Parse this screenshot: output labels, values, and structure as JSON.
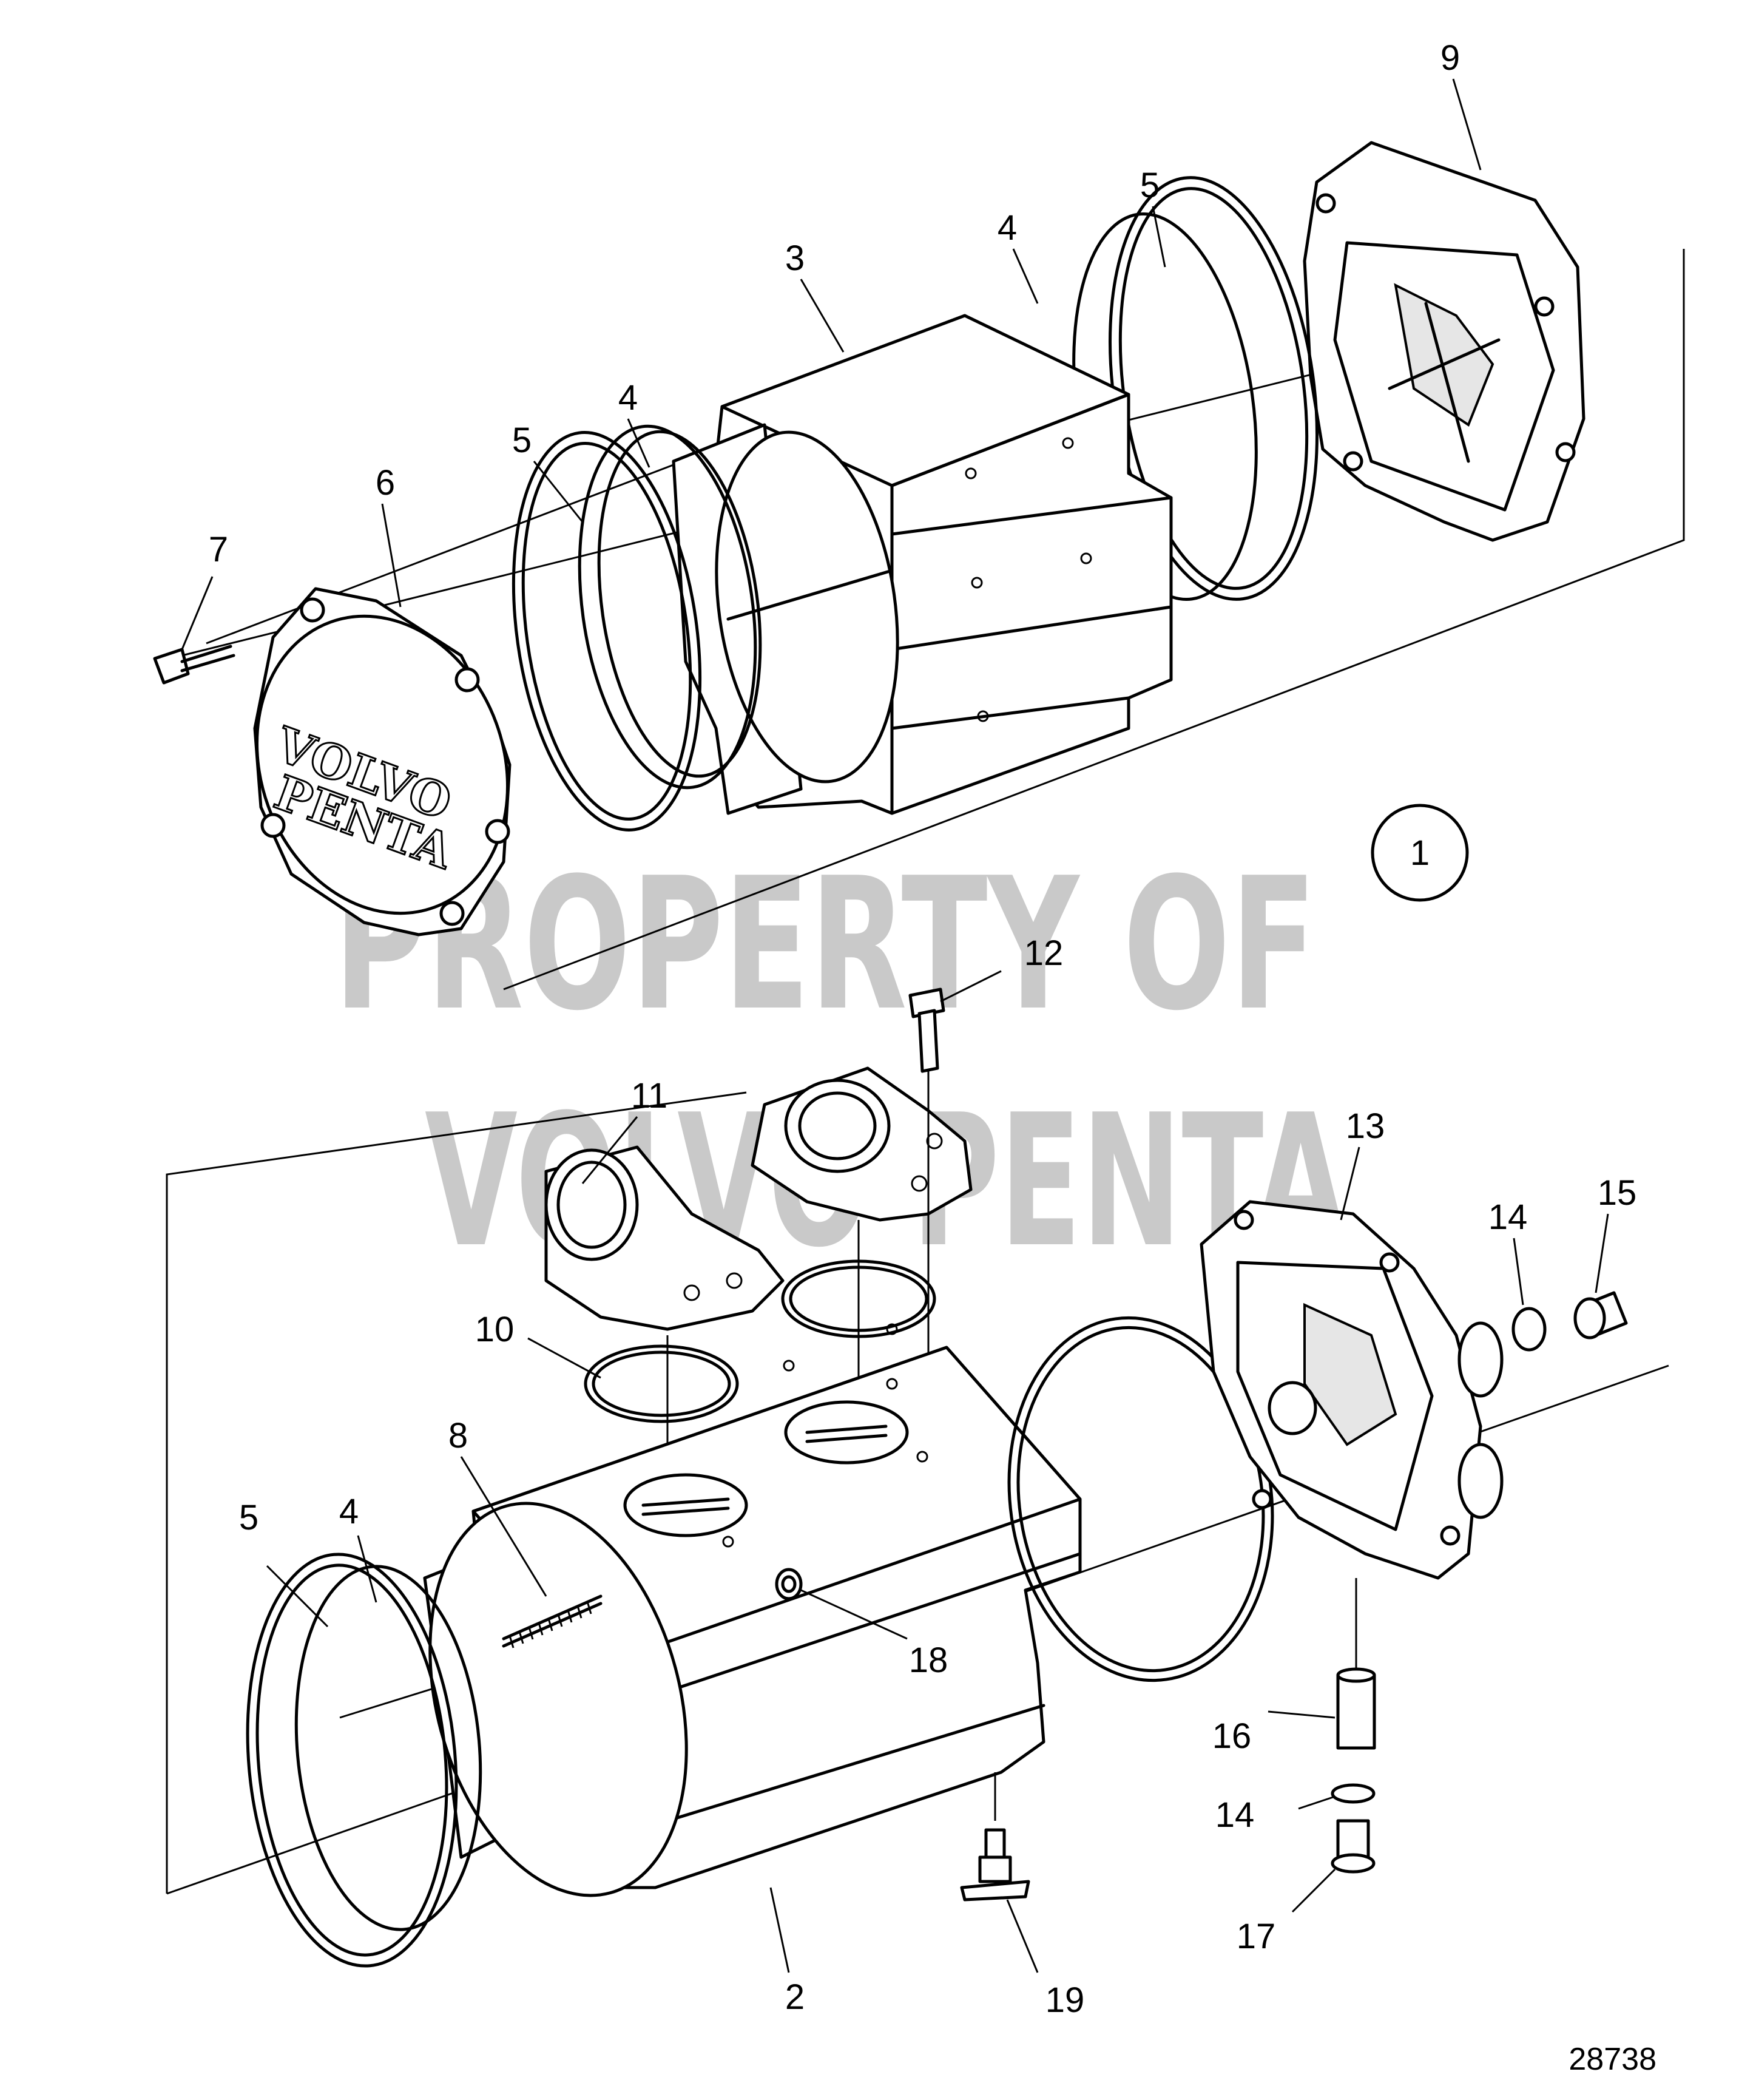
{
  "callouts": [
    {
      "id": "c9",
      "label": "9"
    },
    {
      "id": "c5a",
      "label": "5"
    },
    {
      "id": "c4a",
      "label": "4"
    },
    {
      "id": "c3",
      "label": "3"
    },
    {
      "id": "c4b",
      "label": "4"
    },
    {
      "id": "c5b",
      "label": "5"
    },
    {
      "id": "c6",
      "label": "6"
    },
    {
      "id": "c7",
      "label": "7"
    },
    {
      "id": "c1",
      "label": "1"
    },
    {
      "id": "c12",
      "label": "12"
    },
    {
      "id": "c11",
      "label": "11"
    },
    {
      "id": "c13",
      "label": "13"
    },
    {
      "id": "c15",
      "label": "15"
    },
    {
      "id": "c14a",
      "label": "14"
    },
    {
      "id": "c10",
      "label": "10"
    },
    {
      "id": "c8",
      "label": "8"
    },
    {
      "id": "c5c",
      "label": "5"
    },
    {
      "id": "c4c",
      "label": "4"
    },
    {
      "id": "c18",
      "label": "18"
    },
    {
      "id": "c16",
      "label": "16"
    },
    {
      "id": "c14b",
      "label": "14"
    },
    {
      "id": "c17",
      "label": "17"
    },
    {
      "id": "c2",
      "label": "2"
    },
    {
      "id": "c19",
      "label": "19"
    }
  ],
  "logo": {
    "line1": "VOLVO",
    "line2": "PENTA"
  },
  "watermark": {
    "line1": "PROPERTY OF",
    "line2": "VOLVO PENTA"
  },
  "reference_number": "28738"
}
